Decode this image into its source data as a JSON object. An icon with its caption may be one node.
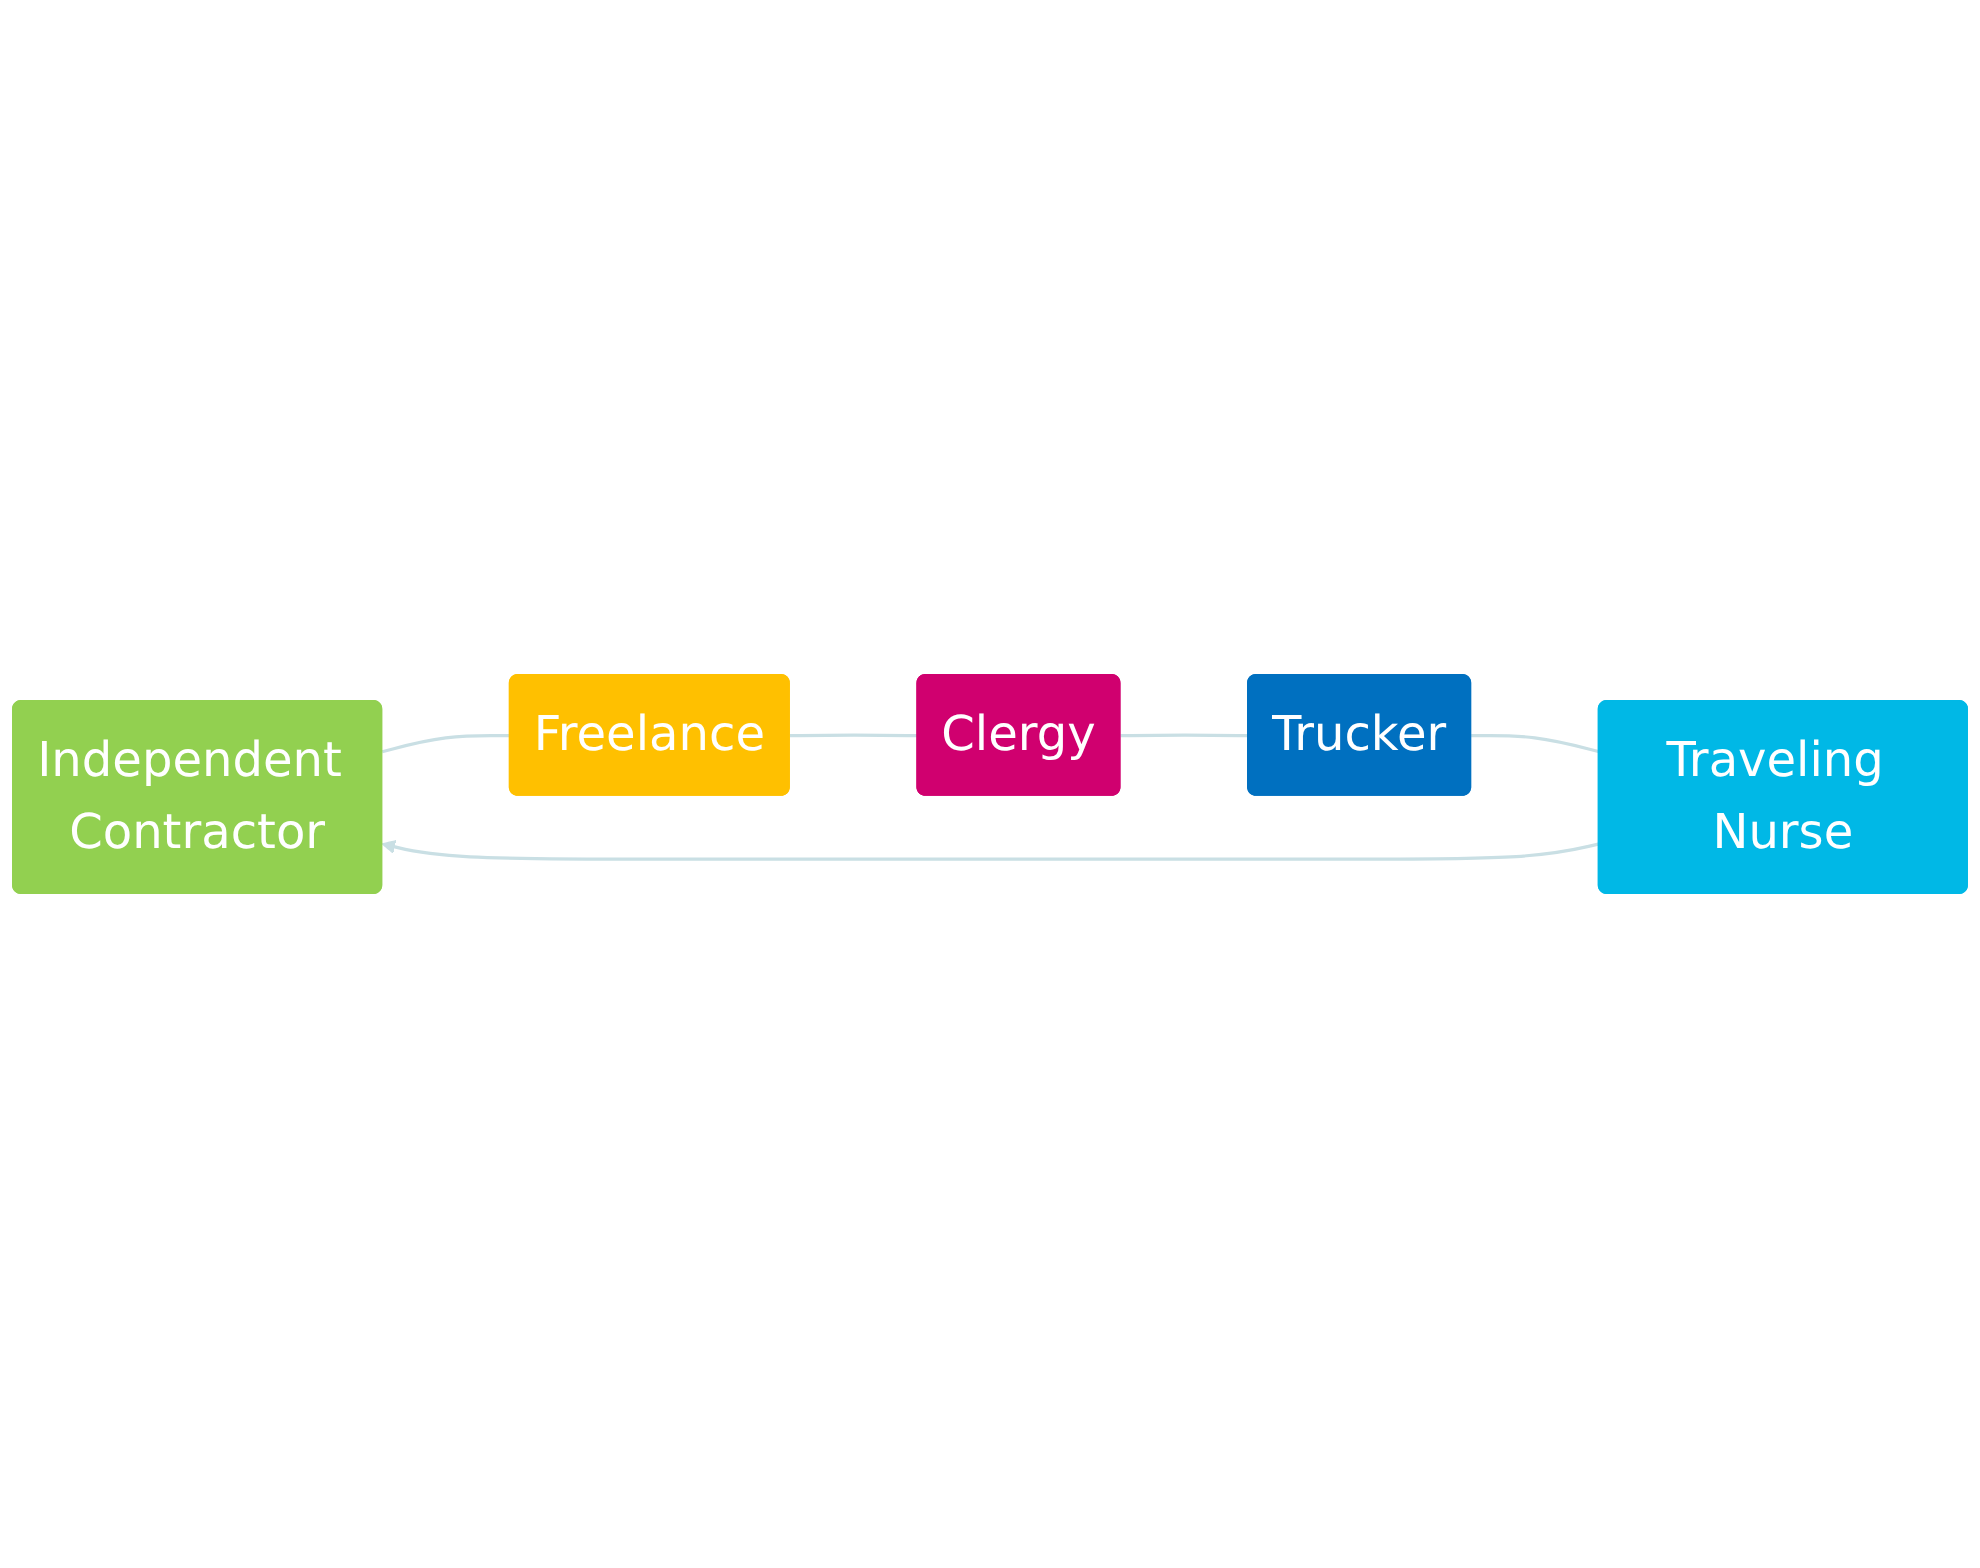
{
  "diagram": {
    "nodes": [
      {
        "text": [
          "Independent Contractor"
        ]
      },
      {
        "text": [
          "Freelance"
        ]
      },
      {
        "text": [
          "Clergy"
        ]
      },
      {
        "text": [
          "Trucker"
        ]
      },
      {
        "text": [
          "Traveling Nurse"
        ]
      }
    ],
    "edges": [
      {
        "from": 0,
        "to": 1,
        "arrow": "none"
      },
      {
        "from": 1,
        "to": 2,
        "arrow": "none"
      },
      {
        "from": 2,
        "to": 3,
        "arrow": "none"
      },
      {
        "from": 3,
        "to": 4,
        "arrow": "none"
      },
      {
        "from": 4,
        "to": 0,
        "arrow": "to"
      }
    ]
  }
}
